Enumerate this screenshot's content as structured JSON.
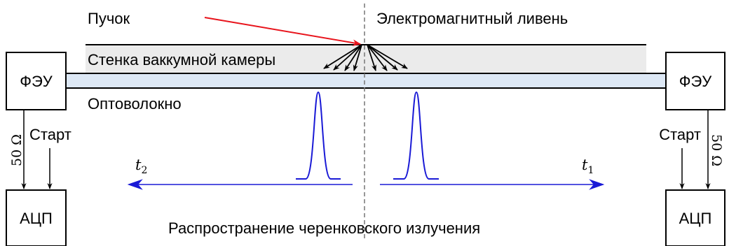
{
  "labels": {
    "beam": "Пучок",
    "shower": "Электромагнитный ливень",
    "chamber_wall": "Стенка ваккумной камеры",
    "fiber": "Оптоволокно",
    "propagation": "Распространение черенковского излучения",
    "start_left": "Старт",
    "start_right": "Старт",
    "time_left_symbol": "t",
    "time_left_index": "2",
    "time_right_symbol": "t",
    "time_right_index": "1"
  },
  "boxes": {
    "pmt_left": "ФЭУ",
    "pmt_right": "ФЭУ",
    "adc_left": "АЦП",
    "adc_right": "АЦП"
  },
  "cables": {
    "left": "50 Ω",
    "right": "50 Ω"
  },
  "colors": {
    "beam": "#e8141c",
    "pulse": "#1a1ad6",
    "chamber_fill": "#ebebeb",
    "fiber_fill": "#dde8f5",
    "line": "#000000",
    "center_line": "#777777"
  }
}
